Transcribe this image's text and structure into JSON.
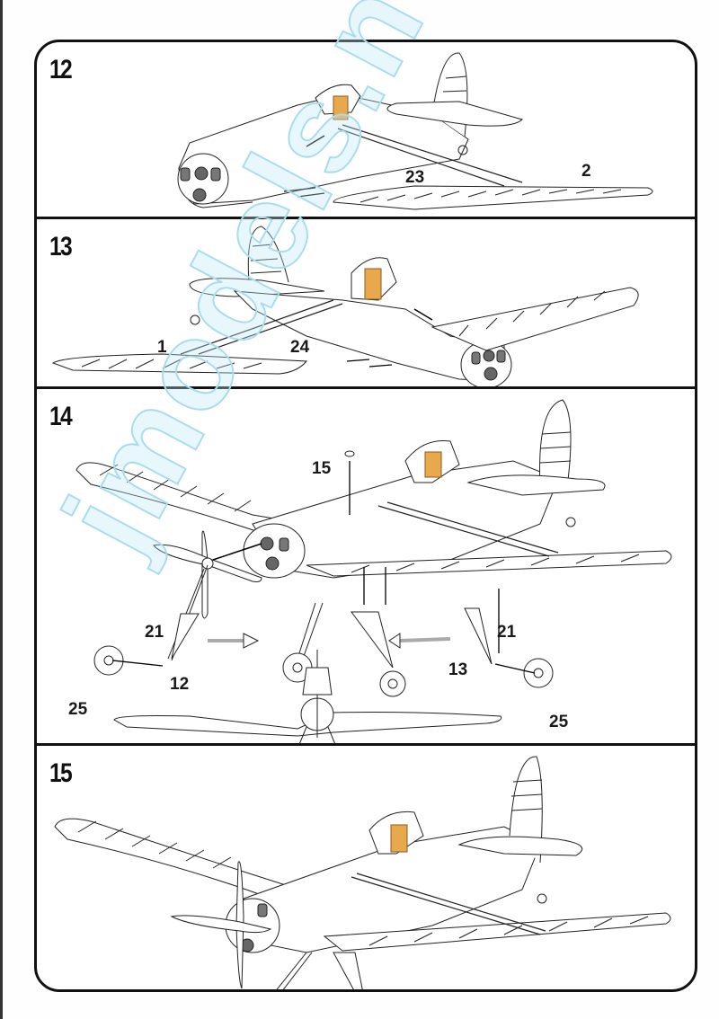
{
  "document": {
    "type": "model kit assembly instructions",
    "watermark": "jmodels.net",
    "colors": {
      "line": "#222222",
      "border": "#111111",
      "seat": "#e8a94c",
      "watermark": "#a8dcee"
    }
  },
  "steps": [
    {
      "number": "12",
      "parts": [
        {
          "label": "23"
        },
        {
          "label": "2"
        }
      ]
    },
    {
      "number": "13",
      "parts": [
        {
          "label": "1"
        },
        {
          "label": "24"
        }
      ]
    },
    {
      "number": "14",
      "parts": [
        {
          "label": "15"
        },
        {
          "label": "21"
        },
        {
          "label": "12"
        },
        {
          "label": "25"
        },
        {
          "label": "21"
        },
        {
          "label": "13"
        },
        {
          "label": "25"
        }
      ]
    },
    {
      "number": "15",
      "parts": []
    }
  ]
}
